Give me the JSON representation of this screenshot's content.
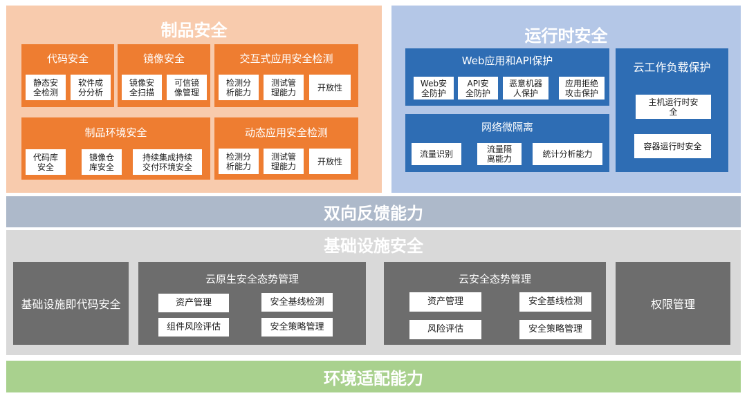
{
  "artifact_security": {
    "title": "制品安全",
    "code_security": {
      "title": "代码安全",
      "items": [
        "静态安\n全检测",
        "软件成\n分分析"
      ]
    },
    "image_security": {
      "title": "镜像安全",
      "items": [
        "镜像安\n全扫描",
        "可信镜\n像管理"
      ]
    },
    "interactive_testing": {
      "title": "交互式应用安全检测",
      "items": [
        "检测分\n析能力",
        "测试管\n理能力",
        "开放性"
      ]
    },
    "artifact_env_security": {
      "title": "制品环境安全",
      "items": [
        "代码库\n安全",
        "镜像仓\n库安全",
        "持续集成持续\n交付环境安全"
      ]
    },
    "dynamic_testing": {
      "title": "动态应用安全检测",
      "items": [
        "检测分\n析能力",
        "测试管\n理能力",
        "开放性"
      ]
    }
  },
  "runtime_security": {
    "title": "运行时安全",
    "web_api": {
      "title": "Web应用和API保护",
      "items": [
        "Web安\n全防护",
        "API安\n全防护",
        "恶意机器\n人保护",
        "应用拒绝\n攻击保护"
      ]
    },
    "micro_seg": {
      "title": "网络微隔离",
      "items": [
        "流量识别",
        "流量隔\n离能力",
        "统计分析能力"
      ]
    },
    "workload": {
      "title": "云工作负载保护",
      "items": [
        "主机运行时安\n全",
        "容器运行时安全"
      ]
    }
  },
  "feedback": {
    "title": "双向反馈能力"
  },
  "infra_security": {
    "title": "基础设施安全",
    "iac": {
      "title": "基础设施即代码安全"
    },
    "cnspm": {
      "title": "云原生安全态势管理",
      "items": [
        "资产管理",
        "安全基线检测",
        "组件风险评估",
        "安全策略管理"
      ]
    },
    "cspm": {
      "title": "云安全态势管理",
      "items": [
        "资产管理",
        "安全基线检测",
        "风险评估",
        "安全策略管理"
      ]
    },
    "permission": {
      "title": "权限管理"
    }
  },
  "adaptation": {
    "title": "环境适配能力"
  },
  "colors": {
    "artifact_bg": "#f8cbad",
    "orange_box": "#ee7d31",
    "runtime_bg": "#b4c7e7",
    "blue_box": "#2e6db4",
    "feedback_band": "#adb9ca",
    "infra_bg": "#d9d9d9",
    "gray_box": "#6d6d6d",
    "adapt_band": "#a9d18e"
  }
}
